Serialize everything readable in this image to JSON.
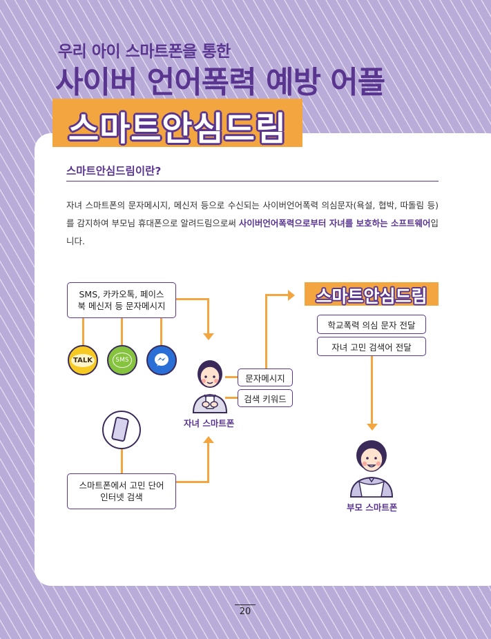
{
  "header": {
    "kicker": "우리 아이 스마트폰을 통한",
    "headline": "사이버 언어폭력 예방 어플",
    "app_name": "스마트안심드림"
  },
  "section": {
    "title": "스마트안심드림이란?",
    "desc_part1": "자녀 스마트폰의 문자메시지, 메신저 등으로 수신되는 사이버언어폭력 의심문자(욕설, 협박, 따돌림 등)를 감지하여 부모님 휴대폰으로 알려드림으로써 ",
    "desc_bold": "사이버언어폭력으로부터 자녀를 보호하는 소프트웨어",
    "desc_part2": "입니다."
  },
  "diagram": {
    "source_box": "SMS, 카카오톡, 페이스북 메신저 등 문자메시지",
    "app_icons": [
      {
        "name": "kakaotalk-icon",
        "label": "TALK",
        "color": "#f6c923"
      },
      {
        "name": "sms-icon",
        "label": "SMS",
        "color": "#86c440"
      },
      {
        "name": "messenger-icon",
        "label": "",
        "color": "#2a6fd6"
      }
    ],
    "search_box": "스마트폰에서 고민 단어 인터넷 검색",
    "child_label": "자녀 스마트폰",
    "msg_pill": "문자메시지",
    "keyword_pill": "검색 키워드",
    "brand_label": "스마트안심드림",
    "alert_items": [
      "학교폭력 의심 문자 전달",
      "자녀 고민 검색어 전달"
    ],
    "parent_label": "부모 스마트폰"
  },
  "page_number": "20",
  "colors": {
    "purple": "#5a3590",
    "orange": "#f3a640",
    "lavender": "#b9acd9"
  }
}
